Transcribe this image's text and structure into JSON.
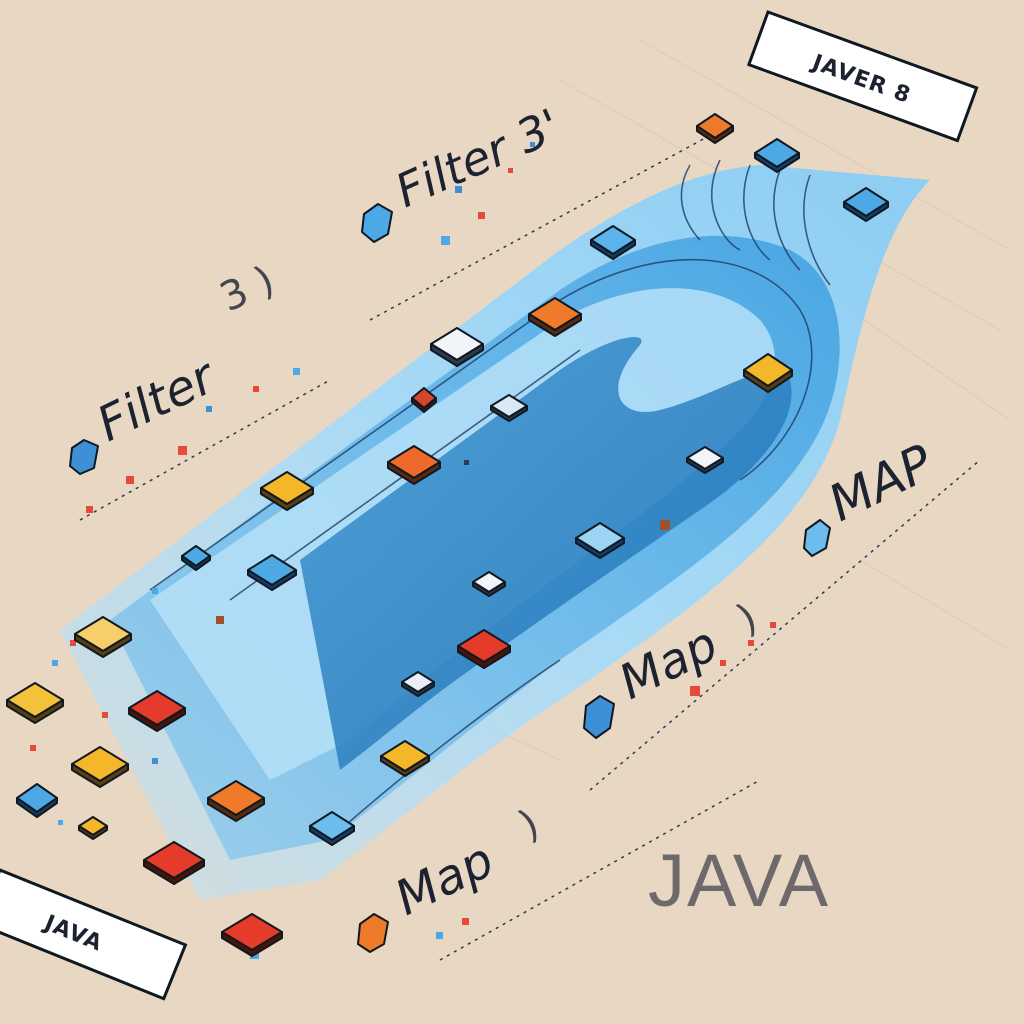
{
  "signs": {
    "top": "JAVER 8",
    "bottom": "JAVA"
  },
  "labels": {
    "filter_top": "Filter 3'",
    "filter_mid_tail": "3 )",
    "filter_main": "Filter",
    "map_right": "MAP",
    "map_mid": "Map",
    "map_mid_tail": ")",
    "map_low": "Map",
    "map_low_tail": ")"
  },
  "brand": "JAVA",
  "colors": {
    "background": "#e8d7c3",
    "stream_light": "#9fd4f3",
    "stream_mid": "#5fb4ea",
    "stream_dark": "#2f86c8",
    "element_orange": "#ef7a2a",
    "element_red": "#e53b2a",
    "element_yellow": "#f4b72a",
    "element_blue": "#4da9e6",
    "element_white": "#f1f4f8"
  }
}
